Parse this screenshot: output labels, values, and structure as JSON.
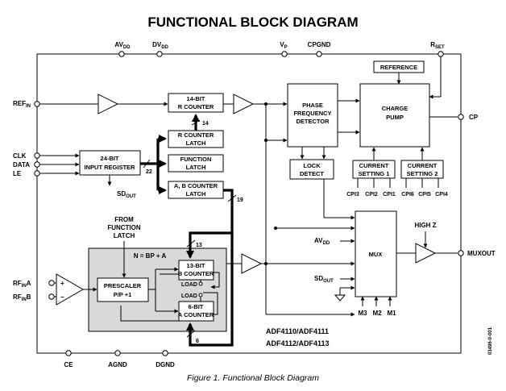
{
  "title": "FUNCTIONAL BLOCK DIAGRAM",
  "caption": "Figure 1. Functional Block Diagram",
  "part_numbers": [
    "ADF4110/ADF4111",
    "ADF4112/ADF4113"
  ],
  "side_code": "03496-0-001",
  "pins": {
    "avdd": {
      "main": "AV",
      "sub": "DD"
    },
    "dvdd": {
      "main": "DV",
      "sub": "DD"
    },
    "vp": {
      "main": "V",
      "sub": "P"
    },
    "cpgnd": {
      "main": "CPGND",
      "sub": ""
    },
    "rset": {
      "main": "R",
      "sub": "SET"
    },
    "refin": {
      "main": "REF",
      "sub": "IN"
    },
    "clk": {
      "main": "CLK",
      "sub": ""
    },
    "data": {
      "main": "DATA",
      "sub": ""
    },
    "le": {
      "main": "LE",
      "sub": ""
    },
    "rfina": {
      "main": "RF",
      "sub": "IN",
      "suffix": "A"
    },
    "rfinb": {
      "main": "RF",
      "sub": "IN",
      "suffix": "B"
    },
    "cp": {
      "main": "CP",
      "sub": ""
    },
    "muxout": {
      "main": "MUXOUT",
      "sub": ""
    },
    "ce": {
      "main": "CE",
      "sub": ""
    },
    "agnd": {
      "main": "AGND",
      "sub": ""
    },
    "dgnd": {
      "main": "DGND",
      "sub": ""
    },
    "sdout_register": {
      "main": "SD",
      "sub": "OUT"
    },
    "avdd_mux": {
      "main": "AV",
      "sub": "DD"
    },
    "sdout_mux": {
      "main": "SD",
      "sub": "OUT"
    }
  },
  "blocks": {
    "r_counter": [
      "14-BIT",
      "R COUNTER"
    ],
    "r_counter_latch": [
      "R COUNTER",
      "LATCH"
    ],
    "function_latch": [
      "FUNCTION",
      "LATCH"
    ],
    "ab_counter_latch": [
      "A, B COUNTER",
      "LATCH"
    ],
    "input_register": [
      "24-BIT",
      "INPUT REGISTER"
    ],
    "phase_frequency_detector": [
      "PHASE",
      "FREQUENCY",
      "DETECTOR"
    ],
    "reference": [
      "REFERENCE"
    ],
    "charge_pump": [
      "CHARGE",
      "PUMP"
    ],
    "lock_detect": [
      "LOCK",
      "DETECT"
    ],
    "current_setting_1": [
      "CURRENT",
      "SETTING 1"
    ],
    "current_setting_2": [
      "CURRENT",
      "SETTING 2"
    ],
    "mux": [
      "MUX"
    ],
    "prescaler": [
      "PRESCALER",
      "P/P +1"
    ],
    "b_counter": [
      "13-BIT",
      "B COUNTER"
    ],
    "a_counter": [
      "6-BIT",
      "A COUNTER"
    ]
  },
  "labels": {
    "cpi_1": [
      "CPI3",
      "CPI2",
      "CPI1"
    ],
    "cpi_2": [
      "CPI6",
      "CPI5",
      "CPI4"
    ],
    "from_function_latch": [
      "FROM",
      "FUNCTION",
      "LATCH"
    ],
    "n_equation": "N = BP + A",
    "load_b": "LOAD",
    "load_a": "LOAD",
    "high_z": "HIGH Z",
    "m_pins": [
      "M3",
      "M2",
      "M1"
    ],
    "plus": "+",
    "minus": "−"
  },
  "bus_widths": {
    "r_counter_bus": "14",
    "register_bus": "22",
    "ab_bus": "19",
    "b_bus": "13",
    "a_bus": "6"
  }
}
